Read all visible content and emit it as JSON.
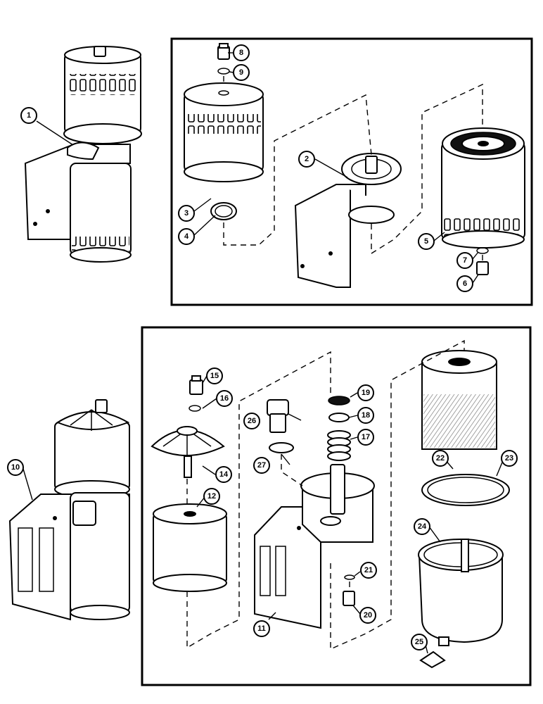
{
  "callouts": {
    "c1": "1",
    "c2": "2",
    "c3": "3",
    "c4": "4",
    "c5": "5",
    "c6": "6",
    "c7": "7",
    "c8": "8",
    "c9": "9",
    "c10": "10",
    "c11": "11",
    "c12": "12",
    "c14": "14",
    "c15": "15",
    "c16": "16",
    "c17": "17",
    "c18": "18",
    "c19": "19",
    "c20": "20",
    "c21": "21",
    "c22": "22",
    "c23": "23",
    "c24": "24",
    "c25": "25",
    "c26": "26",
    "c27": "27"
  }
}
